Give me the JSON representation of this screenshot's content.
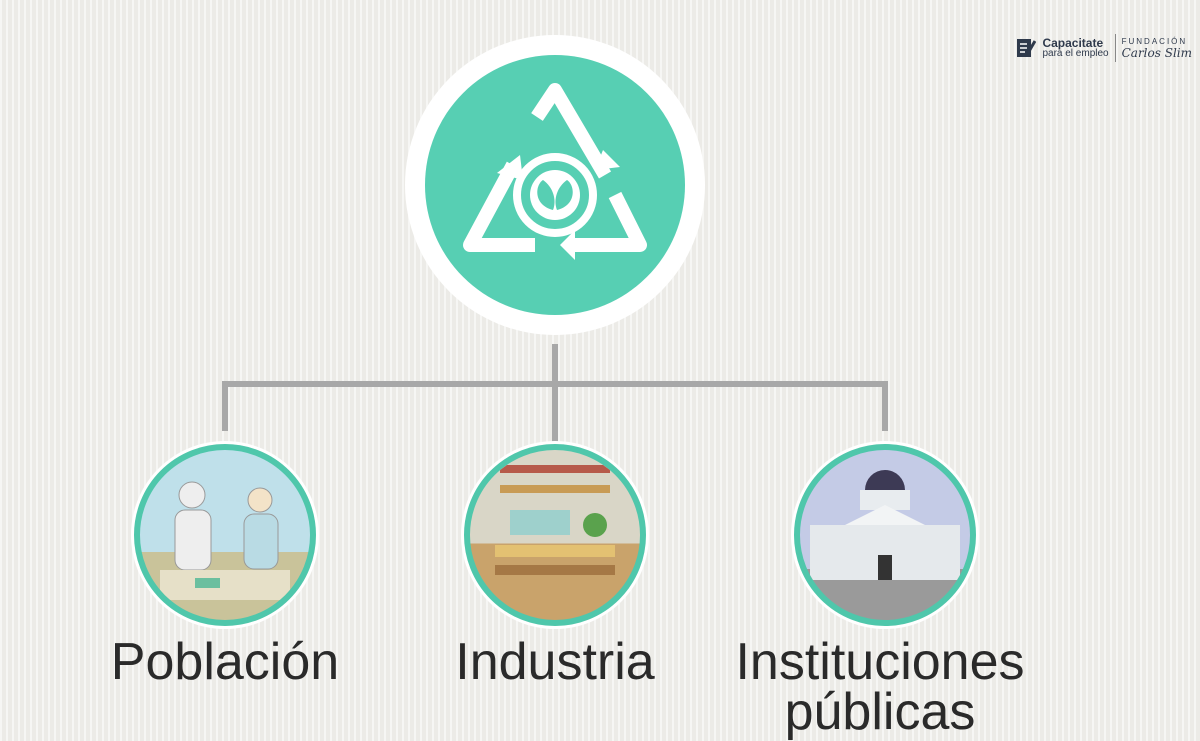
{
  "logo": {
    "brand": "Capacitate",
    "tagline": "para el empleo",
    "foundation": "FUNDACIÓN",
    "foundation_name": "Carlos Slim"
  },
  "center": {
    "icon": "recycle-leaf-icon"
  },
  "categories": [
    {
      "label": "Población"
    },
    {
      "label": "Industria"
    },
    {
      "label": "Instituciones públicas"
    }
  ],
  "colors": {
    "teal": "#57cfb3",
    "connector": "#a8a8a8"
  }
}
